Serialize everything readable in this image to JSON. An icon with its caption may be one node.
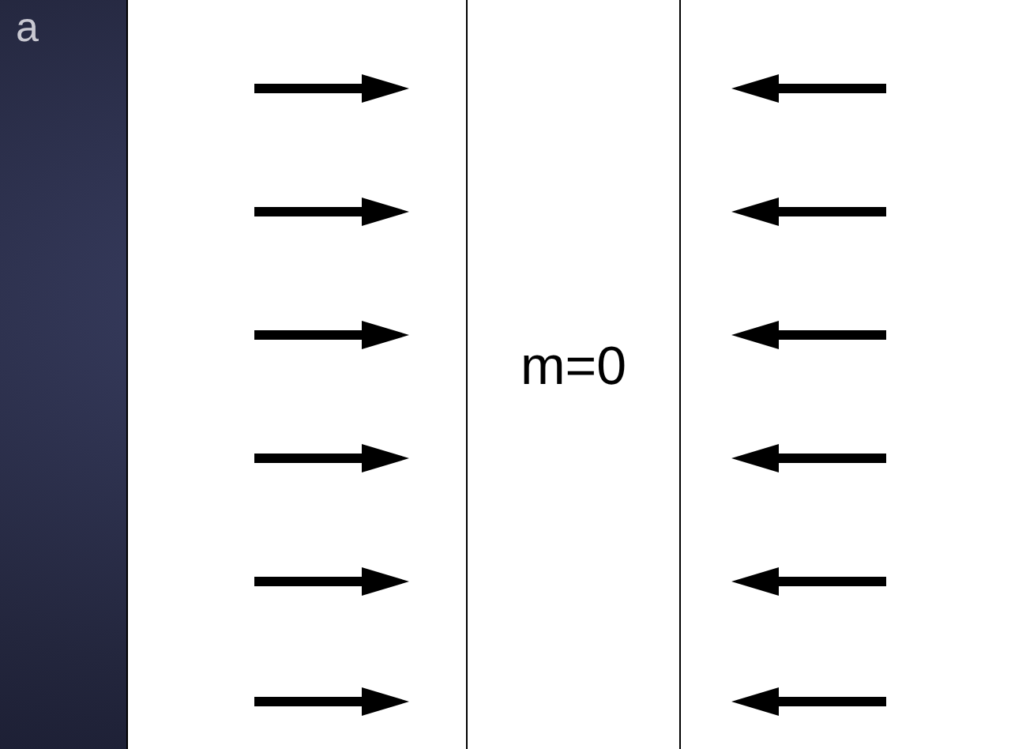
{
  "diagram": {
    "nodes": [
      {
        "text": [],
        "shape": "box"
      },
      {
        "text": [
          "m=0"
        ]
      },
      {
        "text": [],
        "shape": "box"
      }
    ],
    "labels": [
      "a"
    ]
  }
}
